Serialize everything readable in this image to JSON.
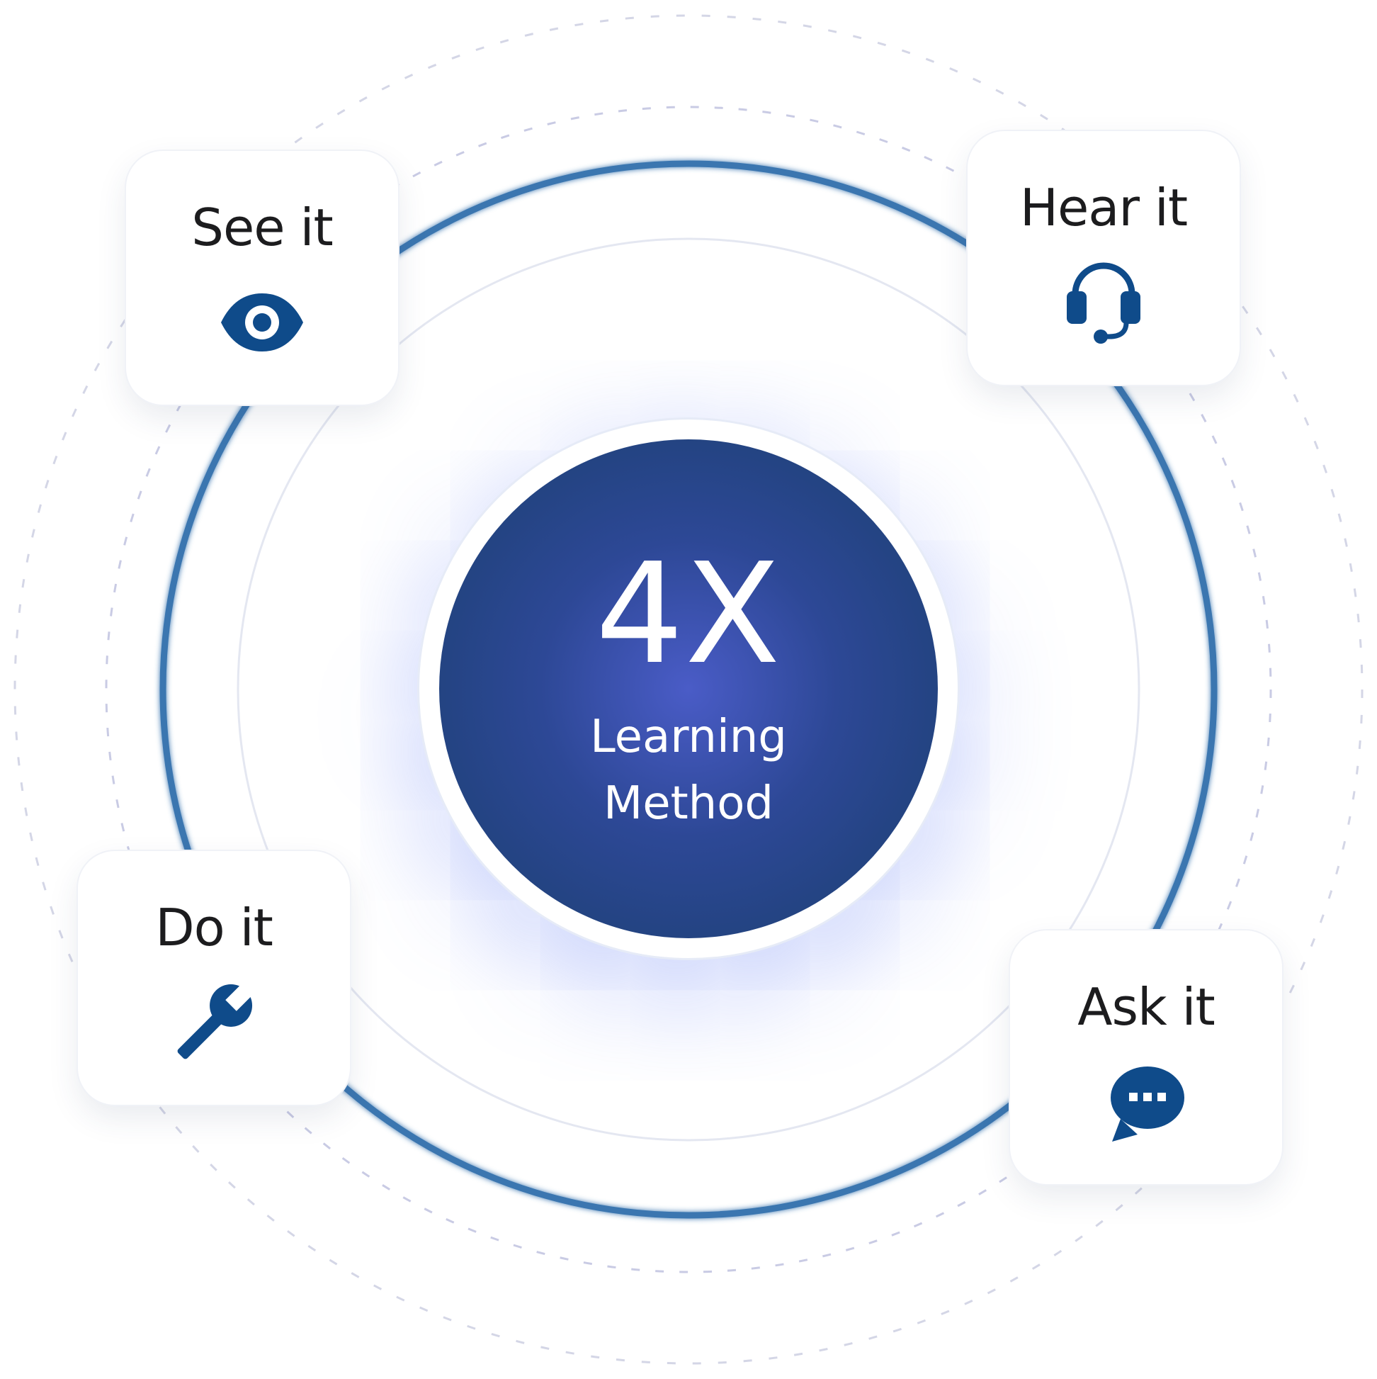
{
  "center": {
    "multiplier": "4X",
    "line1": "Learning",
    "line2": "Method"
  },
  "cards": [
    {
      "label": "See it",
      "icon": "eye-icon"
    },
    {
      "label": "Hear it",
      "icon": "headset-icon"
    },
    {
      "label": "Do it",
      "icon": "wrench-icon"
    },
    {
      "label": "Ask it",
      "icon": "chat-bubble-icon"
    }
  ],
  "colors": {
    "icon": "#0f4b8a",
    "ring_main": "#3a76b0",
    "ring_light": "#e4e7f1",
    "ring_dashed": "#c9cbe4",
    "center_light": "#4a5cc7",
    "center_dark": "#1a3f6e",
    "text": "#1c1c1e"
  }
}
